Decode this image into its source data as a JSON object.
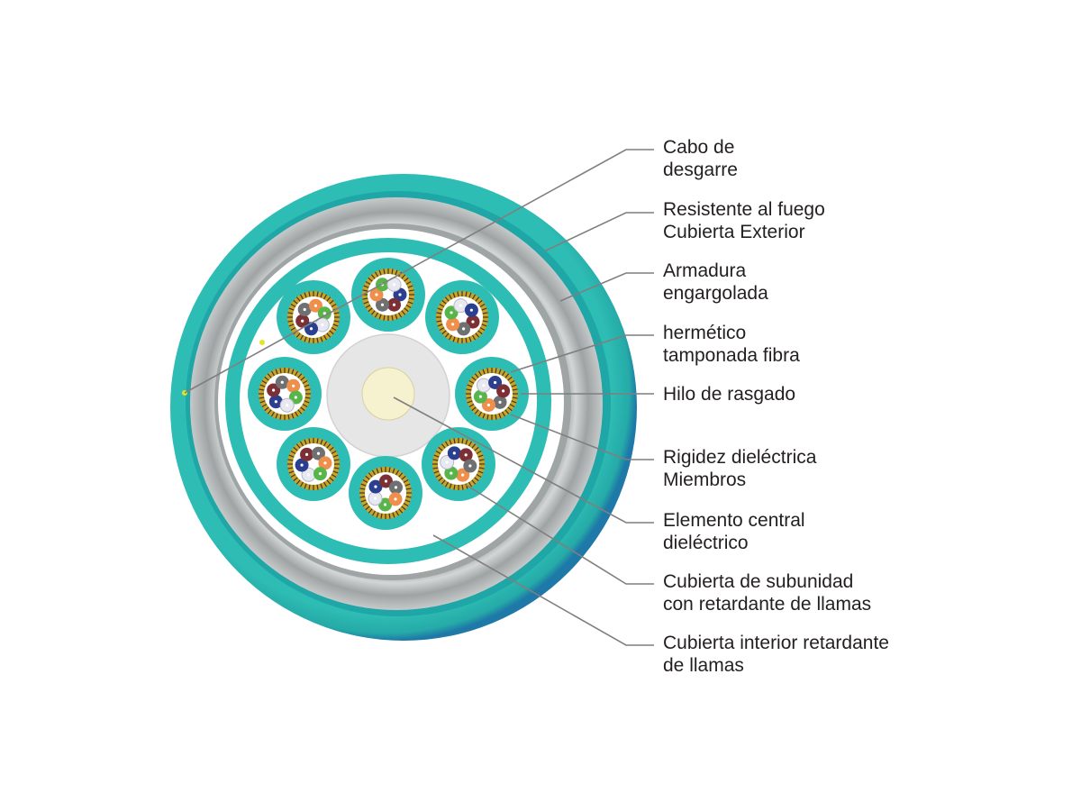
{
  "colors": {
    "teal": "#2ebdb4",
    "teal_dark": "#1a9a9c",
    "blue_rim": "#1e78a8",
    "armor": "#b7bcbd",
    "armor_dark": "#8e9394",
    "central": "#e6e6e6",
    "core": "#f6f1cf",
    "yarn": "#c9a227",
    "leader": "#7f7f7f",
    "ripcord": "#e4e22a"
  },
  "fibers": {
    "colors": [
      "#2b3f91",
      "#7c3036",
      "#6f7072",
      "#f08e4b",
      "#57b549",
      "#e8e8f0"
    ]
  },
  "labels": [
    {
      "id": "rip-cord",
      "lines": [
        "Cabo de",
        "desgarre"
      ]
    },
    {
      "id": "outer-jacket",
      "lines": [
        "Resistente al fuego",
        "Cubierta Exterior"
      ]
    },
    {
      "id": "armor",
      "lines": [
        "Armadura",
        "engargolada"
      ]
    },
    {
      "id": "tight-buffer",
      "lines": [
        "hermético",
        "tamponada  fibra"
      ]
    },
    {
      "id": "ripcord-thread",
      "lines": [
        "Hilo de rasgado"
      ]
    },
    {
      "id": "strength-members",
      "lines": [
        "Rigidez dieléctrica",
        "Miembros"
      ]
    },
    {
      "id": "central-member",
      "lines": [
        "Elemento central",
        "dieléctrico"
      ]
    },
    {
      "id": "subunit-jacket",
      "lines": [
        "Cubierta de subunidad",
        "con retardante de llamas"
      ]
    },
    {
      "id": "inner-jacket",
      "lines": [
        "Cubierta interior retardante",
        "de llamas"
      ]
    }
  ]
}
